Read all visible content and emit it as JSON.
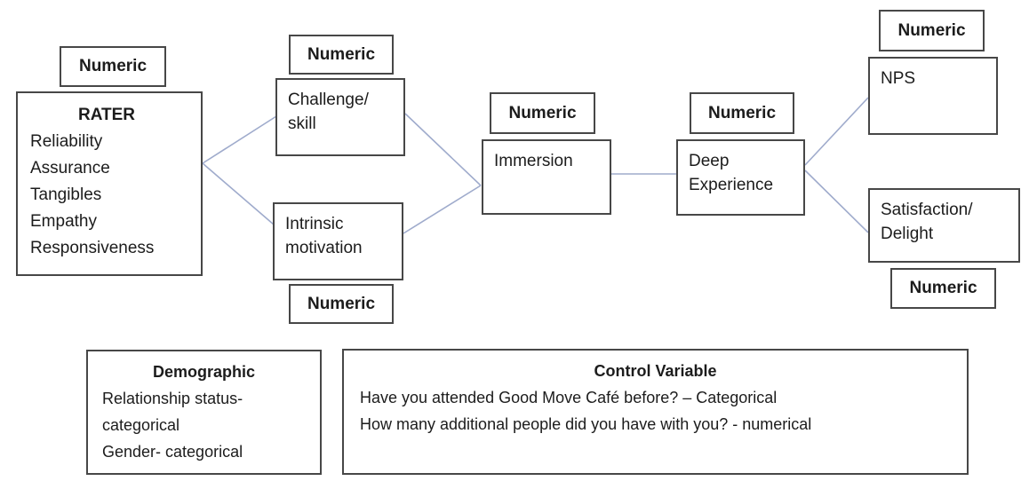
{
  "colors": {
    "box_border": "#474747",
    "connector_line": "#9fabcc",
    "text": "#1c1c1c",
    "background": "#ffffff"
  },
  "labels": {
    "numeric": "Numeric"
  },
  "nodes": {
    "rater": {
      "title": "RATER",
      "items": [
        "Reliability",
        "Assurance",
        "Tangibles",
        "Empathy",
        "Responsiveness"
      ]
    },
    "challenge_skill": {
      "label": "Challenge/\nskill"
    },
    "intrinsic_motivation": {
      "label": "Intrinsic\nmotivation"
    },
    "immersion": {
      "label": "Immersion"
    },
    "deep_experience": {
      "label": "Deep\nExperience"
    },
    "nps": {
      "label": "NPS"
    },
    "satisfaction_delight": {
      "label": "Satisfaction/\nDelight"
    }
  },
  "bottom": {
    "demographic": {
      "title": "Demographic",
      "items": [
        "Relationship status-\ncategorical",
        "Gender- categorical"
      ]
    },
    "control_variable": {
      "title": "Control Variable",
      "items": [
        "Have you attended Good Move Café before? – Categorical",
        "How many additional people did you have with you? - numerical"
      ]
    }
  }
}
